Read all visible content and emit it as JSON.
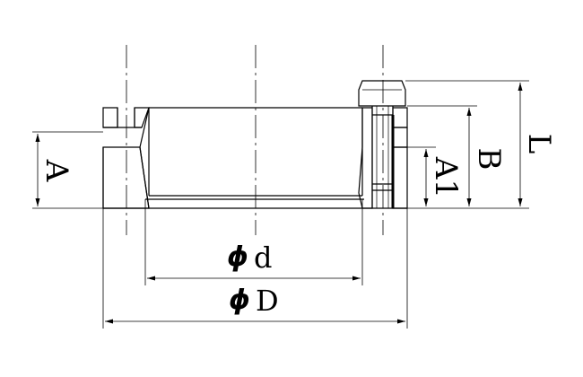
{
  "drawing": {
    "labels": {
      "d": "d",
      "D": "D",
      "A": "A",
      "A1": "A1",
      "B": "B",
      "L": "L"
    },
    "phi_symbol": "ϕ"
  }
}
